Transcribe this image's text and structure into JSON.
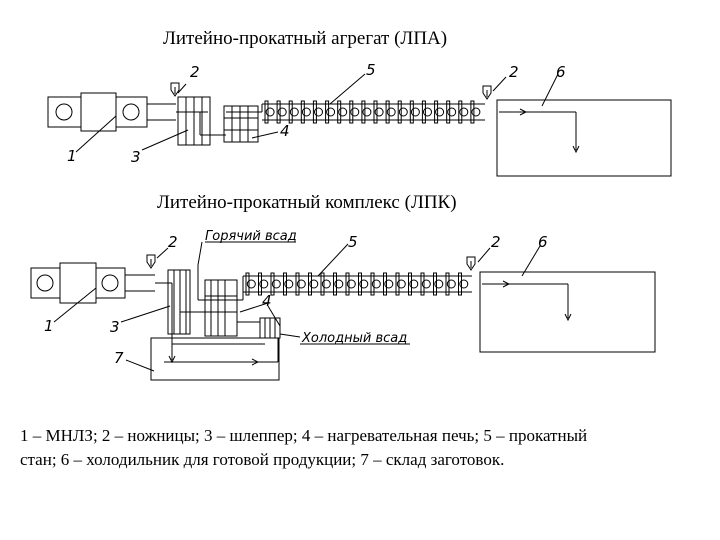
{
  "titles": {
    "lpa": "Литейно-прокатный агрегат (ЛПА)",
    "lpk": "Литейно-прокатный комплекс (ЛПК)"
  },
  "labels": {
    "n1": "1",
    "n2": "2",
    "n3": "3",
    "n4": "4",
    "n5": "5",
    "n6": "6",
    "n7": "7",
    "hot_charge": "Горячий всад",
    "cold_charge": "Холодный всад"
  },
  "legend": {
    "line1": "1 – МНЛЗ; 2 – ножницы; 3 – шлеппер; 4 – нагревательная печь; 5 – прокатный",
    "line2": "стан; 6 – холодильник для готовой продукции; 7 – склад заготовок."
  }
}
